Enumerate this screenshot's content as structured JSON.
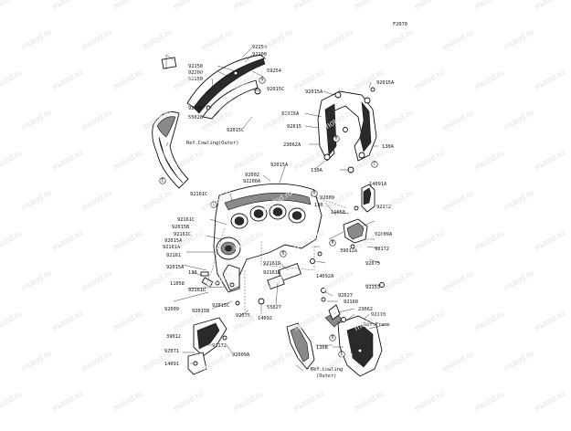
{
  "watermark": "motod.ru",
  "figure_code": "F2070",
  "part_labels": {
    "p92150a": "92150",
    "p92200a": "92200",
    "p92150b": "92150",
    "p92200b": "92200",
    "p92150c": "92150",
    "p59254": "59254",
    "p92200c": "92200",
    "p55028": "55028",
    "p92015c_a": "92015C",
    "p92015c_b": "92015C",
    "refCowlingOuterTop": "Ref.Cowling(Outer)",
    "p92015a_a": "92015A",
    "p92015a_b": "92015A",
    "p92015a_c": "92015A",
    "p92015": "92015",
    "p23062a": "23062A",
    "p130a_a": "130A",
    "p130a_b": "130A",
    "p92015a_d": "92015A",
    "p92002": "92002",
    "p92200a_lbl": "92200A",
    "p14091a": "14091A",
    "p92161c_a": "92161C",
    "p92009_a": "92009",
    "p130_a": "130",
    "p11058_a": "11058",
    "p92172_a": "92172",
    "p92161c_b": "92161C",
    "p92015b_a": "92015B",
    "p92161c_c": "92161C",
    "p92009a_a": "92009A",
    "p92015a_e": "92015A",
    "p92161a": "92161A",
    "p39012a": "39012A",
    "p92172_b": "92172",
    "p92161": "92161",
    "p14092a": "14092A",
    "p92075_a": "92075",
    "p92015a_f": "92015A",
    "p130_b": "130",
    "p92161d_a": "92161D",
    "p92161d_b": "92161D",
    "p11058_b": "11058",
    "p92161b": "92161B",
    "p92153": "92153",
    "p92027": "92027",
    "p92160": "92160",
    "p23062": "23062",
    "p92210": "92210",
    "p92009_b": "92009",
    "p92015c_c": "92015C",
    "p55027": "55027",
    "p92015b_b": "92015B",
    "p92075_b": "92075",
    "p14092": "14092",
    "refFrame": "Ref.Frame",
    "p39012": "39012",
    "p92172_c": "92172",
    "p92071": "92071",
    "p92009a_b": "92009A",
    "p14091": "14091",
    "p130b": "130B",
    "refCowlingOuterBottom1": "Ref.Cowling",
    "refCowlingOuterBottom2": "(Outer)"
  },
  "callouts": {
    "A": "A",
    "B": "B",
    "C": "C",
    "D": "D",
    "E": "E"
  }
}
